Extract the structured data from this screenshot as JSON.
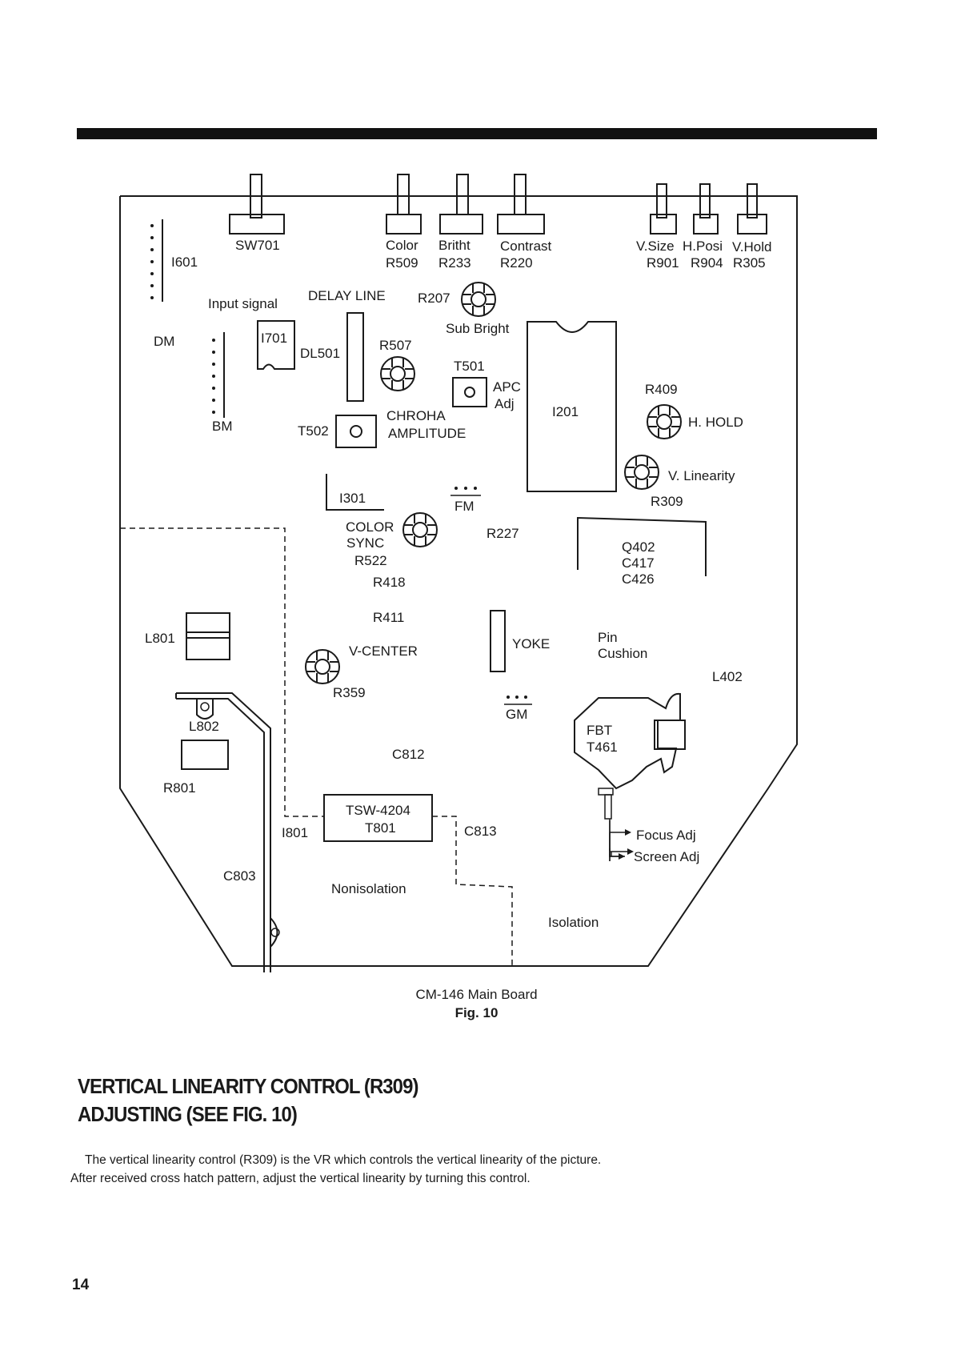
{
  "figure": {
    "labels": {
      "sw701": "SW701",
      "color": "Color",
      "r509": "R509",
      "britht": "Britht",
      "r233": "R233",
      "contrast": "Contrast",
      "r220": "R220",
      "vsize": "V.Size",
      "hposi": "H.Posi",
      "vhold": "V.Hold",
      "r901": "R901",
      "r904": "R904",
      "r305": "R305",
      "i601": "I601",
      "input_signal": "Input signal",
      "delay_line": "DELAY LINE",
      "r207": "R207",
      "sub_bright": "Sub Bright",
      "dm": "DM",
      "i701": "I701",
      "dl501": "DL501",
      "r507": "R507",
      "t501": "T501",
      "apc": "APC",
      "adj": "Adj",
      "i201": "I201",
      "r409": "R409",
      "h_hold": "H. HOLD",
      "bm": "BM",
      "t502": "T502",
      "chroha": "CHROHA",
      "amplitude": "AMPLITUDE",
      "v_linearity": "V. Linearity",
      "r309": "R309",
      "i301": "I301",
      "fm": "FM",
      "color2": "COLOR",
      "sync": "SYNC",
      "r522": "R522",
      "r227": "R227",
      "q402": "Q402",
      "c417": "C417",
      "c426": "C426",
      "r418": "R418",
      "r411": "R411",
      "l801": "L801",
      "v_center": "V-CENTER",
      "yoke": "YOKE",
      "pin": "Pin",
      "cushion": "Cushion",
      "l402": "L402",
      "r359": "R359",
      "gm": "GM",
      "l802": "L802",
      "fbt": "FBT",
      "t461": "T461",
      "c812": "C812",
      "r801": "R801",
      "tsw4204": "TSW-4204",
      "t801": "T801",
      "i801": "I801",
      "c813": "C813",
      "focus_adj": "Focus Adj",
      "screen_adj": "Screen Adj",
      "c803": "C803",
      "nonisolation": "Nonisolation",
      "isolation": "Isolation"
    },
    "caption": "CM-146 Main Board",
    "fig_label": "Fig. 10"
  },
  "section": {
    "heading_line1": "VERTICAL LINEARITY CONTROL (R309)",
    "heading_line2": "ADJUSTING (SEE FIG. 10)",
    "para1": "The vertical linearity control (R309) is the VR which controls the vertical linearity of the picture.",
    "para2": "After received cross hatch pattern, adjust the vertical linearity by turning this control."
  },
  "page_number": "14"
}
